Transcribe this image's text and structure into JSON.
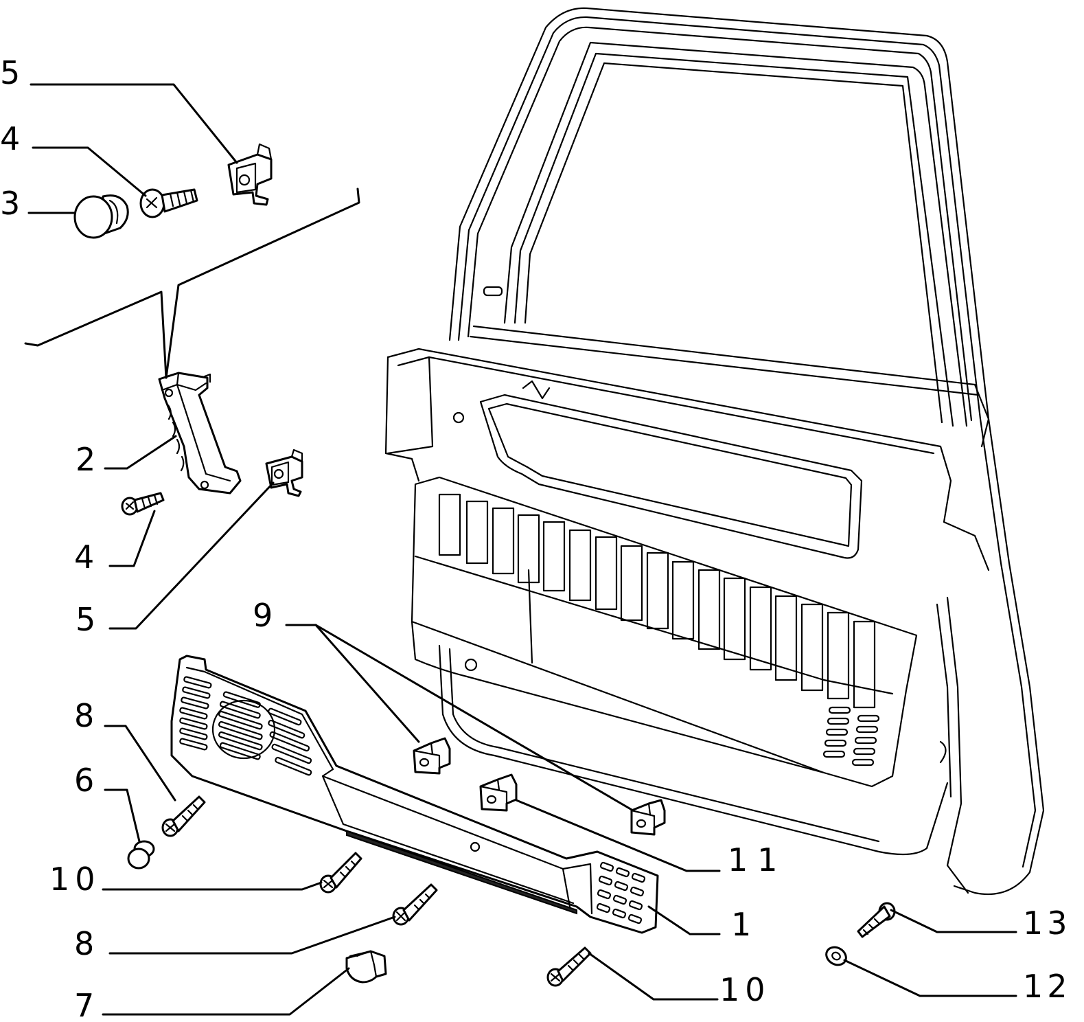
{
  "labels": {
    "l5a": "5",
    "l4a": "4",
    "l3": "3",
    "l2": "2",
    "l4b": "4",
    "l5b": "5",
    "l9": "9",
    "l8a": "8",
    "l6": "6",
    "l10a": "10",
    "l8b": "8",
    "l7": "7",
    "l11": "11",
    "l1": "1",
    "l13": "13",
    "l12": "12",
    "l10b": "10"
  }
}
